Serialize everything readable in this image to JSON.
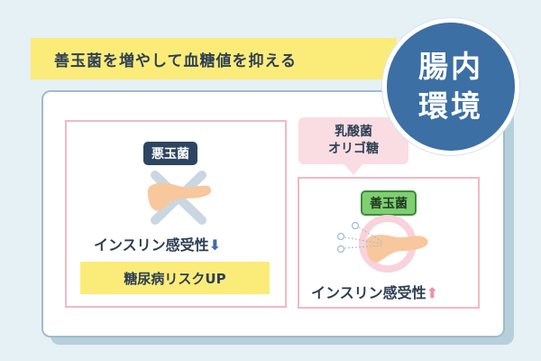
{
  "banner": {
    "text": "善玉菌を増やして血糖値を抑える"
  },
  "circle": {
    "line1": "腸内",
    "line2": "環境"
  },
  "left_box": {
    "tag": "悪玉菌",
    "status_text": "インスリン感受性",
    "arrow": "⬇",
    "highlight": "糖尿病リスクUP"
  },
  "right_box": {
    "bubble_line1": "乳酸菌",
    "bubble_line2": "オリゴ糖",
    "tag": "善玉菌",
    "status_text": "インスリン感受性",
    "arrow": "⬆"
  },
  "colors": {
    "yellow": "#fbec7a",
    "navy": "#2d4560",
    "blue_circle": "#3c6fa4",
    "pink": "#f3b8c4",
    "green": "#7fcf72",
    "arrow_down": "#3c6fa4",
    "arrow_up": "#f08fa6"
  },
  "icons": {
    "pancreas_left": "pancreas-icon",
    "cross": "cross-icon",
    "pancreas_right": "pancreas-icon",
    "bacteria": "bubbles-icon"
  }
}
